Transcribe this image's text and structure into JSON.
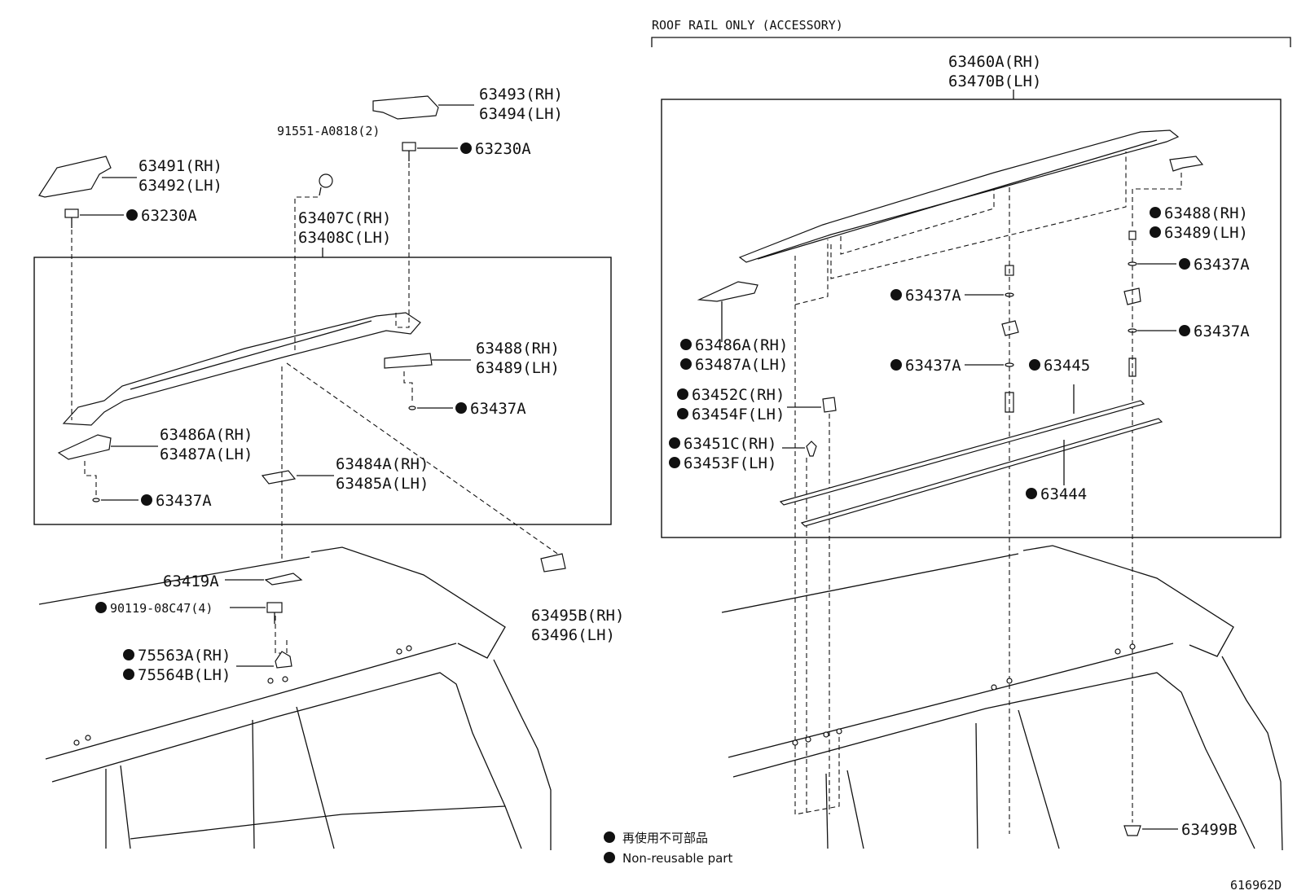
{
  "header": {
    "accessory_title": "ROOF RAIL ONLY (ACCESSORY)"
  },
  "left": {
    "p63493": "63493(RH)",
    "p63494": "63494(LH)",
    "p91551": "91551-A0818(2)",
    "p63230a_top": "63230A",
    "p63491": "63491(RH)",
    "p63492": "63492(LH)",
    "p63230a_left": "63230A",
    "p63407c": "63407C(RH)",
    "p63408c": "63408C(LH)",
    "p63488": "63488(RH)",
    "p63489": "63489(LH)",
    "p63437a_a": "63437A",
    "p63486a": "63486A(RH)",
    "p63487a": "63487A(LH)",
    "p63484a": "63484A(RH)",
    "p63485a": "63485A(LH)",
    "p63437a_b": "63437A",
    "p63419a": "63419A",
    "p90119": "90119-08C47(4)",
    "p75563a": "75563A(RH)",
    "p75564b": "75564B(LH)",
    "p63495b": "63495B(RH)",
    "p63496": "63496(LH)"
  },
  "right": {
    "p63460a": "63460A(RH)",
    "p63470b": "63470B(LH)",
    "p63488": "63488(RH)",
    "p63489": "63489(LH)",
    "p63437a_1": "63437A",
    "p63437a_2": "63437A",
    "p63437a_3": "63437A",
    "p63437a_4": "63437A",
    "p63486a": "63486A(RH)",
    "p63487a": "63487A(LH)",
    "p63445": "63445",
    "p63452c": "63452C(RH)",
    "p63454f": "63454F(LH)",
    "p63451c": "63451C(RH)",
    "p63453f": "63453F(LH)",
    "p63444": "63444",
    "p63499b": "63499B"
  },
  "legend": {
    "non_reusable_jp": "再使用不可部品",
    "non_reusable_en": "Non-reusable part"
  },
  "diagram_id": "616962D"
}
